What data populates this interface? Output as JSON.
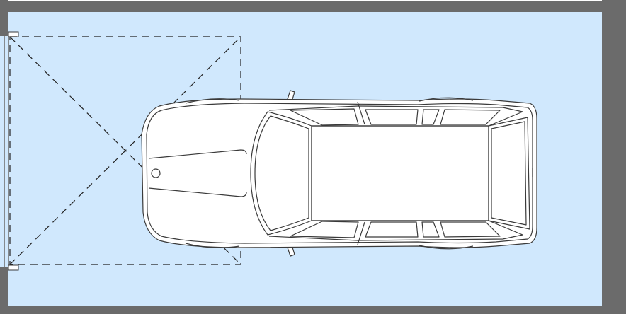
{
  "colors": {
    "wall": "#6b6b6b",
    "floor": "#d0e8fd",
    "outline": "#3a3a3a",
    "car_body": "#ffffff",
    "dash": "#222222"
  },
  "elements": {
    "garage_walls": "walls",
    "floor": "floor",
    "garage_door_opening": "door",
    "door_swing_area": "dashed-swing-envelope",
    "car": "station-wagon-top-view"
  }
}
